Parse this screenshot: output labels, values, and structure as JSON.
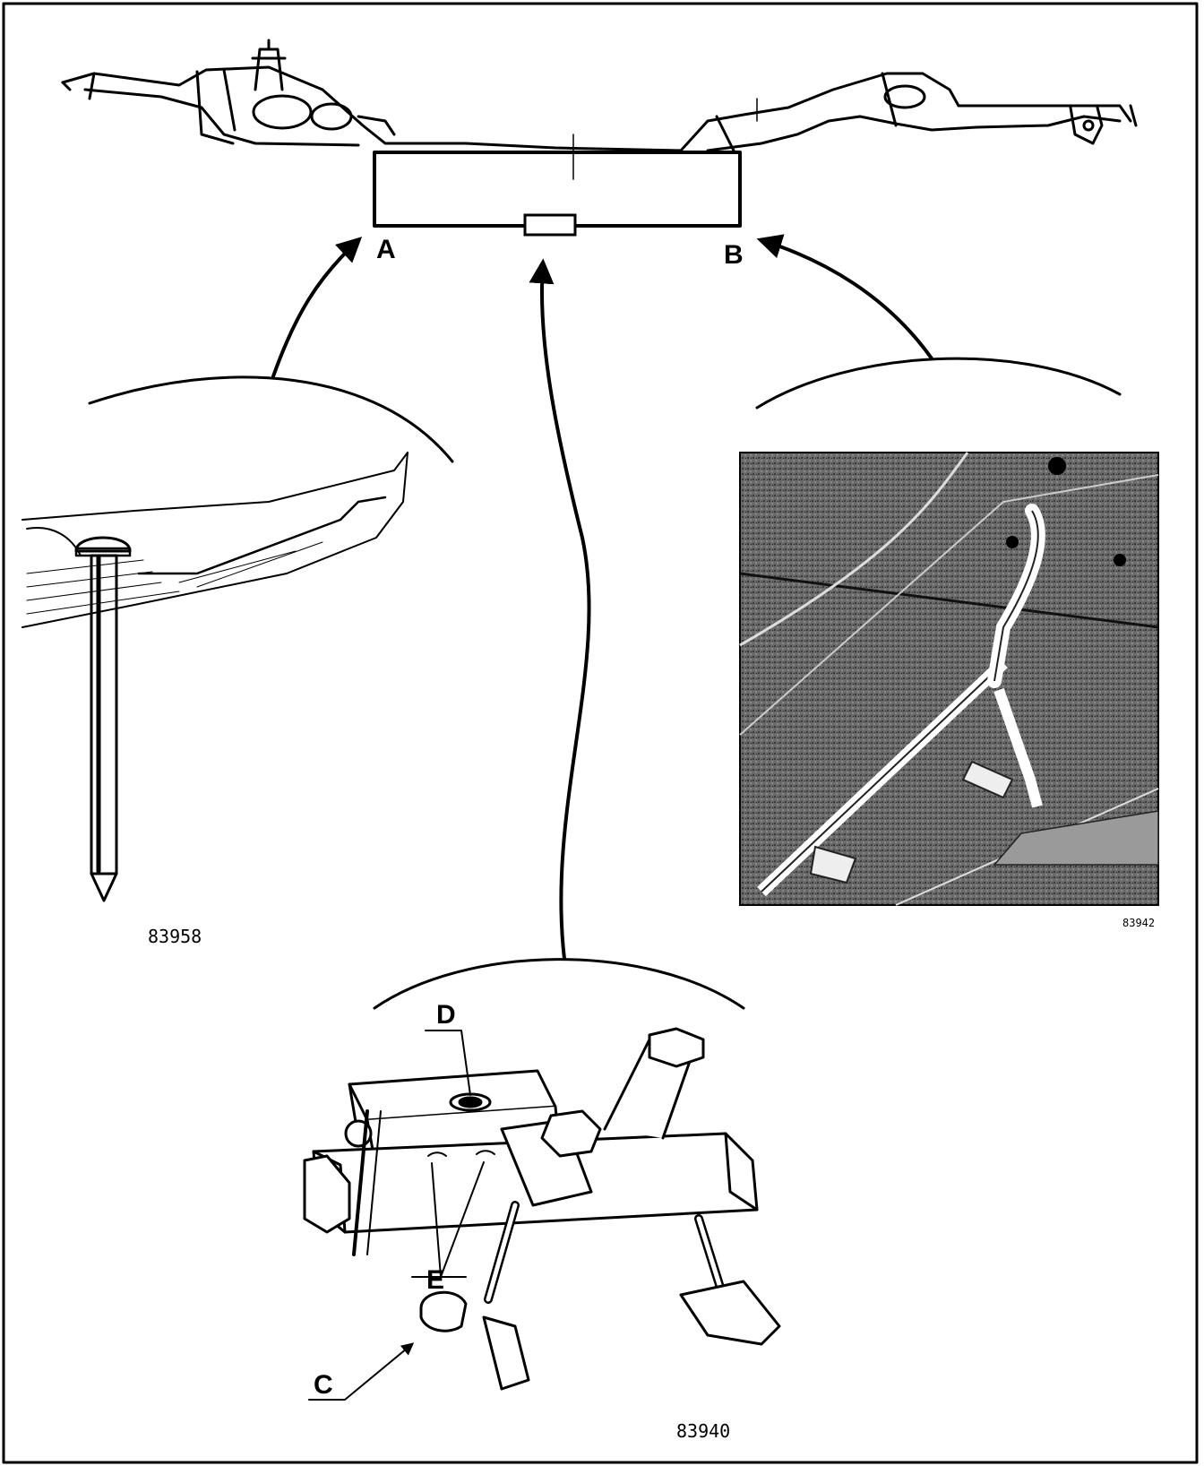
{
  "labels": {
    "a": "A",
    "b": "B",
    "c": "C",
    "d": "D",
    "e": "E"
  },
  "figure_refs": {
    "pin": "83958",
    "photo": "83942",
    "gauge": "83940"
  },
  "colors": {
    "ink": "#000000",
    "paper": "#ffffff",
    "photo_bg": "#5a5a5a"
  }
}
